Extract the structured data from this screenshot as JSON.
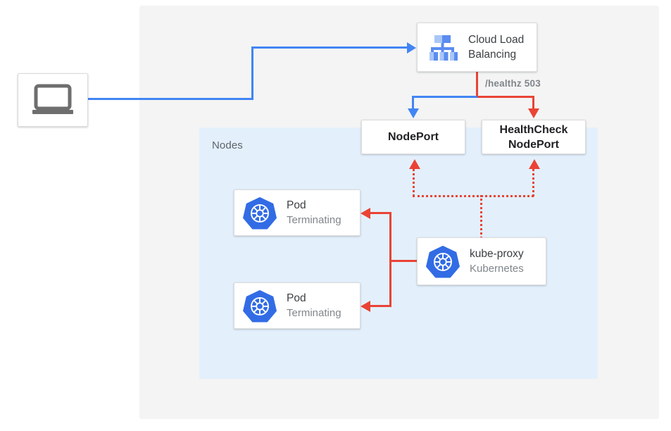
{
  "diagram": {
    "type": "kubernetes-network-diagram",
    "colors": {
      "blue_traffic": "#4285f4",
      "red_health": "#ea4335",
      "outer_region_bg": "#f4f4f4",
      "nodes_region_bg": "#e3f0fc",
      "card_bg": "#ffffff",
      "k8s_logo": "#326ce5"
    }
  },
  "regions": {
    "outer": {
      "name": "cluster-region"
    },
    "nodes": {
      "label": "Nodes"
    }
  },
  "client": {
    "icon": "laptop-icon",
    "label": ""
  },
  "load_balancer": {
    "icon": "cloud-load-balancing-icon",
    "title_line1": "Cloud Load",
    "title_line2": "Balancing"
  },
  "nodeport": {
    "label": "NodePort"
  },
  "healthcheck_nodeport": {
    "label_line1": "HealthCheck",
    "label_line2": "NodePort"
  },
  "pods": [
    {
      "icon": "kubernetes-icon",
      "title": "Pod",
      "subtitle": "Terminating"
    },
    {
      "icon": "kubernetes-icon",
      "title": "Pod",
      "subtitle": "Terminating"
    }
  ],
  "kube_proxy": {
    "icon": "kubernetes-icon",
    "title": "kube-proxy",
    "subtitle": "Kubernetes"
  },
  "annotations": {
    "healthz": "/healthz 503"
  }
}
